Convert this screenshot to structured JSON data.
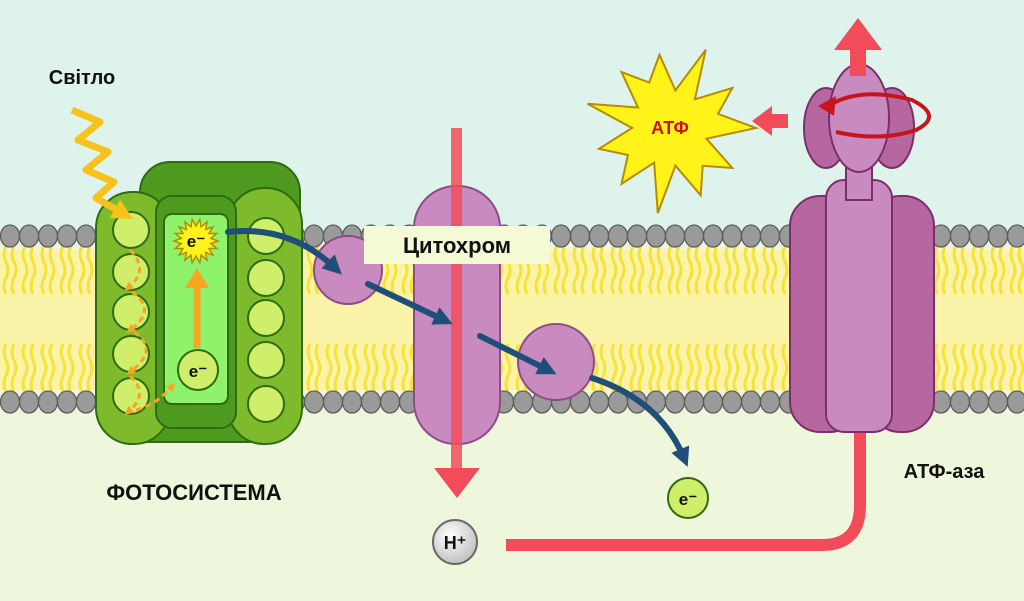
{
  "labels": {
    "light": "Світло",
    "photosystem": "ФОТОСИСТЕМА",
    "cytochrome": "Цитохром",
    "atp": "АТФ",
    "atp_synthase": "АТФ-аза",
    "electron_excited": "e⁻",
    "electron_low": "e⁻",
    "electron_out": "e⁻",
    "proton": "H⁺"
  },
  "colors": {
    "top_background": "#def3ec",
    "bottom_background": "#eef6dc",
    "lipid_head": "#9a9a9a",
    "lipid_tail": "#f6e23a",
    "photosystem_dark": "#4e9a1f",
    "photosystem_light": "#8cc63f",
    "reaction_center": "#8ef36a",
    "cytochrome": "#c98ac0",
    "atp_synthase": "#b6679f",
    "proton_arrow": "#f24b5a",
    "electron_arrow": "#1f4e79",
    "light_ray": "#f7c21c",
    "atp_burst": "#fff31a"
  }
}
